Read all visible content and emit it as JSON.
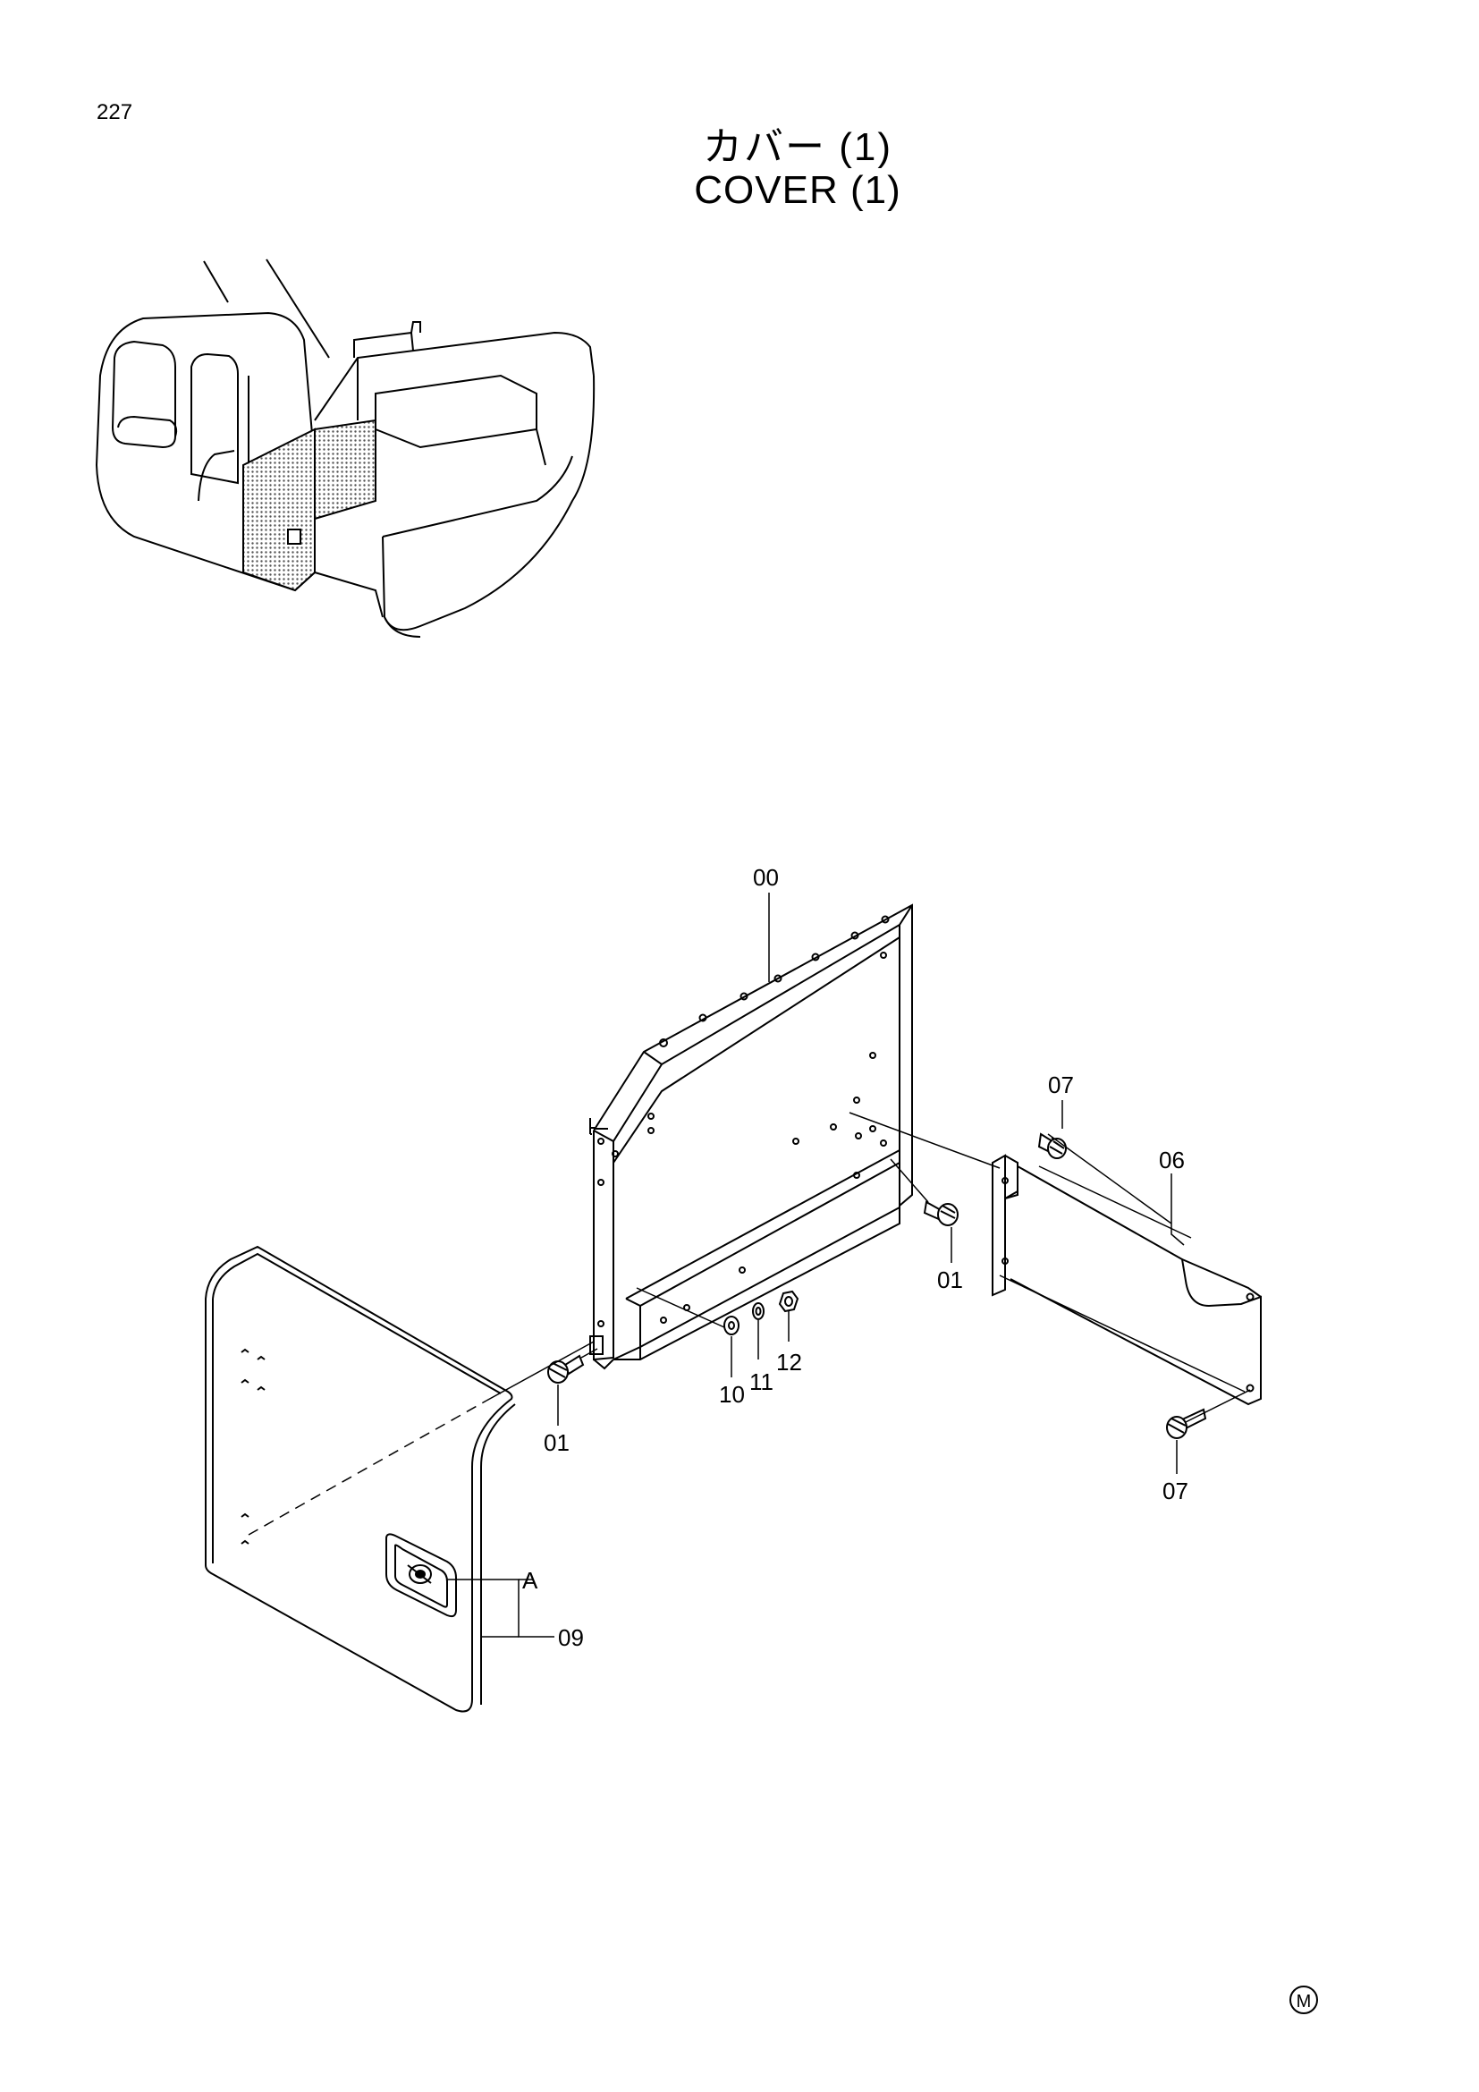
{
  "page": {
    "number": "227",
    "title_jp": "カバー (1)",
    "title_en": "COVER (1)",
    "mark": "M"
  },
  "callouts": {
    "c00": "00",
    "c01_right": "01",
    "c01_left": "01",
    "c06": "06",
    "c07_top": "07",
    "c07_bottom": "07",
    "c09": "09",
    "c10": "10",
    "c11": "11",
    "c12": "12",
    "cA": "A"
  },
  "colors": {
    "line": "#000000",
    "background": "#ffffff",
    "hatch": "#555555"
  }
}
